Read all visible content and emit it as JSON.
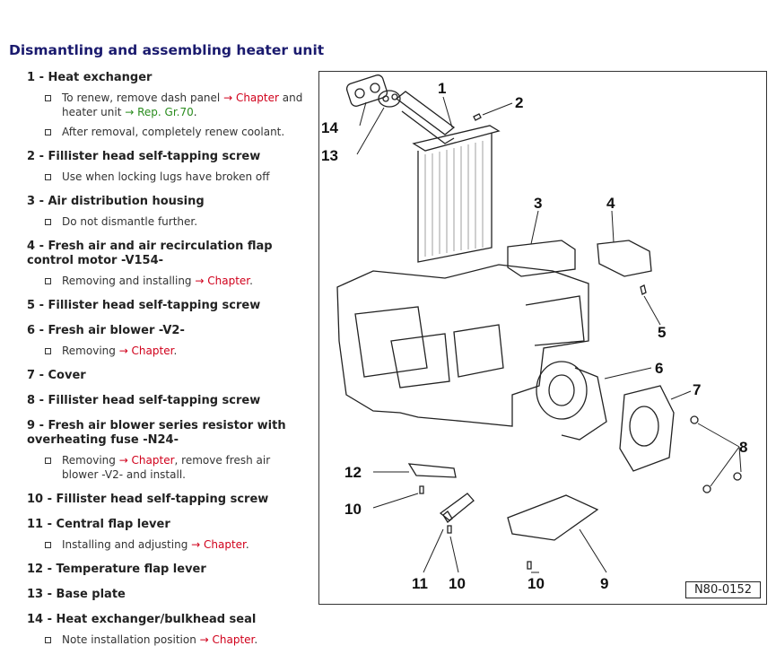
{
  "title": "Dismantling and assembling heater unit",
  "items": [
    {
      "label": "1 - Heat exchanger"
    },
    {
      "label": "2 - Fillister head self-tapping screw"
    },
    {
      "label": "3 - Air distribution housing"
    },
    {
      "label": "4 - Fresh air and air recirculation flap control motor -V154-"
    },
    {
      "label": "5 - Fillister head self-tapping screw"
    },
    {
      "label": "6 - Fresh air blower -V2-"
    },
    {
      "label": "7 - Cover"
    },
    {
      "label": "8 - Fillister head self-tapping screw"
    },
    {
      "label": "9 - Fresh air blower series resistor with overheating fuse -N24-"
    },
    {
      "label": "10 - Fillister head self-tapping screw"
    },
    {
      "label": "11 - Central flap lever"
    },
    {
      "label": "12 - Temperature flap lever"
    },
    {
      "label": "13 - Base plate"
    },
    {
      "label": "14 - Heat exchanger/bulkhead seal"
    }
  ],
  "notes": {
    "n1a": {
      "pre": "To renew, remove dash panel ",
      "link": "→ Chapter",
      "mid": " and heater unit ",
      "link2": "→ Rep. Gr.70",
      "post": "."
    },
    "n1b": {
      "text": "After removal, completely renew coolant."
    },
    "n2a": {
      "text": "Use when locking lugs have broken off"
    },
    "n3a": {
      "text": "Do not dismantle further."
    },
    "n4a": {
      "pre": "Removing and installing ",
      "link": "→ Chapter",
      "post": "."
    },
    "n6a": {
      "pre": "Removing ",
      "link": "→ Chapter",
      "post": "."
    },
    "n9a": {
      "pre": "Removing ",
      "link": "→ Chapter",
      "post": ", remove fresh air blower -V2- and install."
    },
    "n11a": {
      "pre": "Installing and adjusting ",
      "link": "→ Chapter",
      "post": "."
    },
    "n14a": {
      "pre": "Note installation position ",
      "link": "→ Chapter",
      "post": "."
    }
  },
  "figure": {
    "ref": "N80-0152",
    "callouts": [
      "1",
      "2",
      "3",
      "4",
      "5",
      "6",
      "7",
      "8",
      "9",
      "10",
      "10",
      "10",
      "11",
      "12",
      "13",
      "14"
    ]
  },
  "colors": {
    "title": "#1a1a6e",
    "link": "#d0001b",
    "link_green": "#2a8c1e"
  }
}
